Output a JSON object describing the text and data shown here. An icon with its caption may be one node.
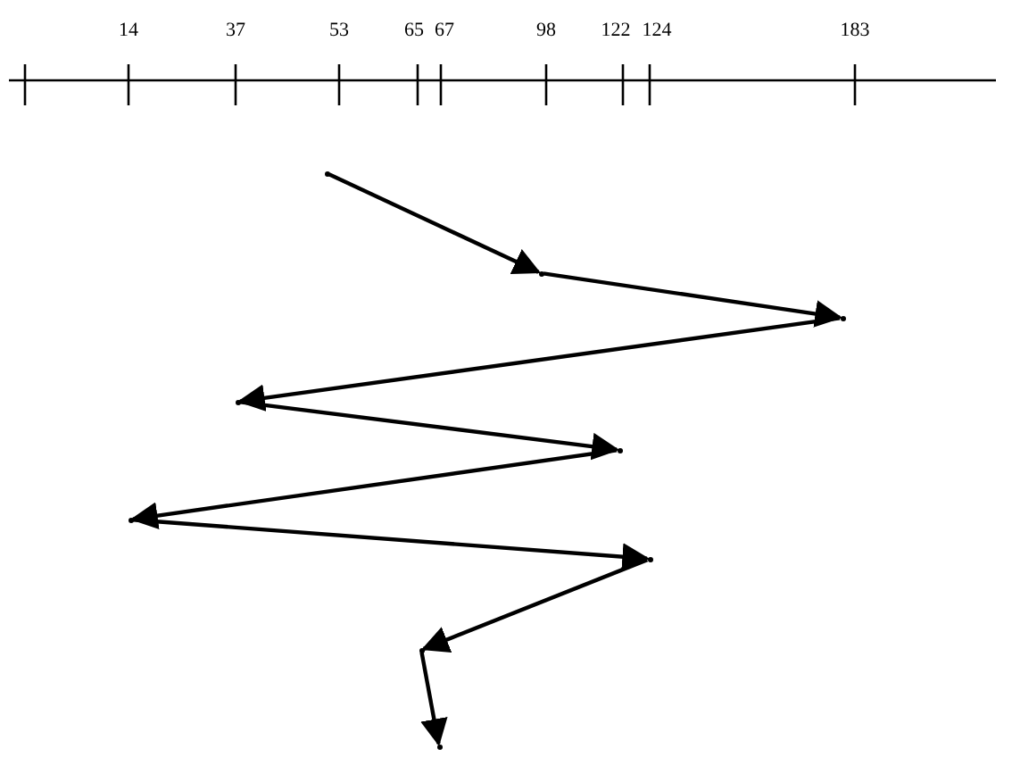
{
  "diagram": {
    "nodes": [
      {
        "text": [],
        "shape": "point"
      },
      {
        "text": [],
        "shape": "point"
      },
      {
        "text": [],
        "shape": "point"
      },
      {
        "text": [],
        "shape": "point"
      },
      {
        "text": [],
        "shape": "point"
      },
      {
        "text": [],
        "shape": "point"
      },
      {
        "text": [],
        "shape": "point"
      },
      {
        "text": [],
        "shape": "point"
      },
      {
        "text": [],
        "shape": "point"
      }
    ],
    "edges": [
      {
        "from": 0,
        "to": 1,
        "arrow": "to"
      },
      {
        "from": 1,
        "to": 2,
        "arrow": "to"
      },
      {
        "from": 2,
        "to": 3,
        "arrow": "to"
      },
      {
        "from": 3,
        "to": 4,
        "arrow": "to"
      },
      {
        "from": 4,
        "to": 5,
        "arrow": "to"
      },
      {
        "from": 5,
        "to": 6,
        "arrow": "to"
      },
      {
        "from": 6,
        "to": 7,
        "arrow": "to"
      },
      {
        "from": 7,
        "to": 8,
        "arrow": "to"
      }
    ],
    "labels": [
      "14",
      "37",
      "53",
      "65",
      "67",
      "98",
      "122",
      "124",
      "183"
    ]
  }
}
